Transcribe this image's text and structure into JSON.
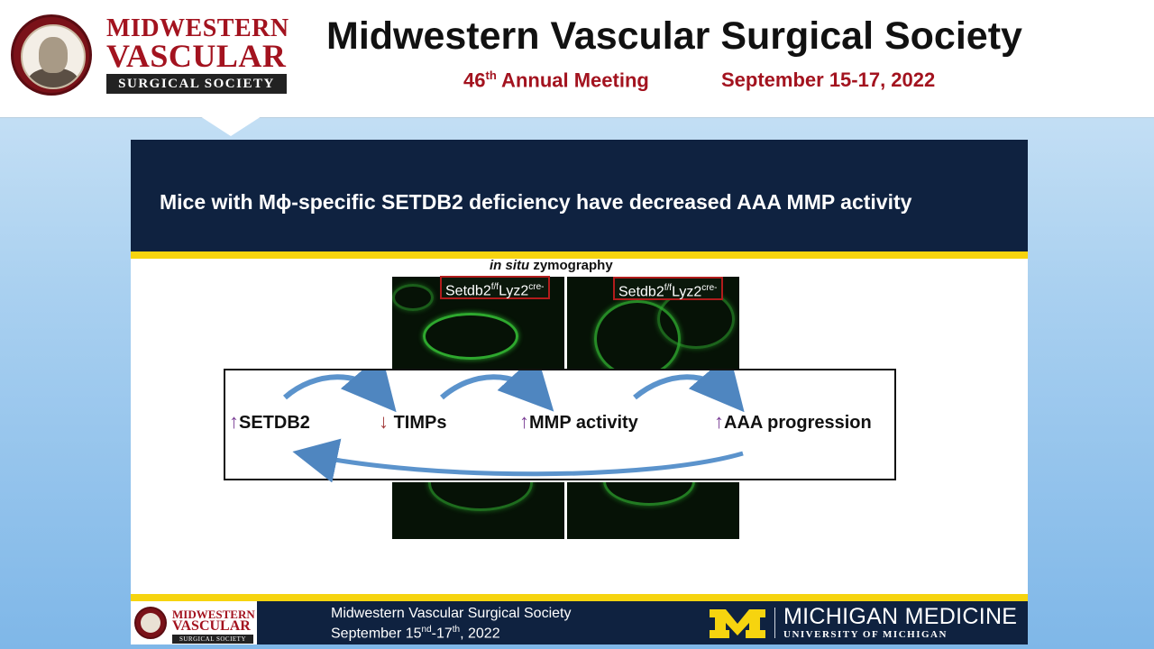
{
  "header": {
    "logo_line1": "MIDWESTERN",
    "logo_line2": "VASCULAR",
    "logo_band": "SURGICAL SOCIETY",
    "title": "Midwestern Vascular Surgical Society",
    "meeting_number": "46",
    "meeting_suffix": "th",
    "meeting_text": " Annual Meeting",
    "dates": "September 15-17, 2022"
  },
  "slide": {
    "title": "Mice with Mɸ-specific SETDB2 deficiency have decreased AAA MMP activity",
    "zymography_label_italic": "in situ",
    "zymography_label_rest": " zymography",
    "panels": [
      {
        "base": "Setdb2",
        "sup1": "f/f",
        "mid": "Lyz2",
        "sup2": "cre-"
      },
      {
        "base": "Setdb2",
        "sup1": "f/f",
        "mid": "Lyz2",
        "sup2": "cre-"
      }
    ],
    "pathway": {
      "terms": [
        {
          "arrow": "↑",
          "label": "SETDB2"
        },
        {
          "arrow": "↓",
          "label": "TIMPs"
        },
        {
          "arrow": "↑",
          "label": "MMP activity"
        },
        {
          "arrow": "↑",
          "label": "AAA progression"
        }
      ]
    }
  },
  "footer": {
    "logo_line1": "MIDWESTERN",
    "logo_line2": "VASCULAR",
    "logo_band": "SURGICAL SOCIETY",
    "line1": "Midwestern Vascular Surgical Society",
    "line2_pre": "September 15",
    "line2_sup1": "nd",
    "line2_mid": "-17",
    "line2_sup2": "th",
    "line2_post": ", 2022",
    "brand_title": "MICHIGAN MEDICINE",
    "brand_sub": "UNIVERSITY OF MICHIGAN"
  },
  "colors": {
    "maroon": "#a3131f",
    "navy": "#0f2240",
    "maize": "#f6d40f",
    "fluor_green": "#2ea82e"
  },
  "icons": [
    "society-medallion-icon",
    "block-m-icon",
    "curved-arrow-icon"
  ]
}
